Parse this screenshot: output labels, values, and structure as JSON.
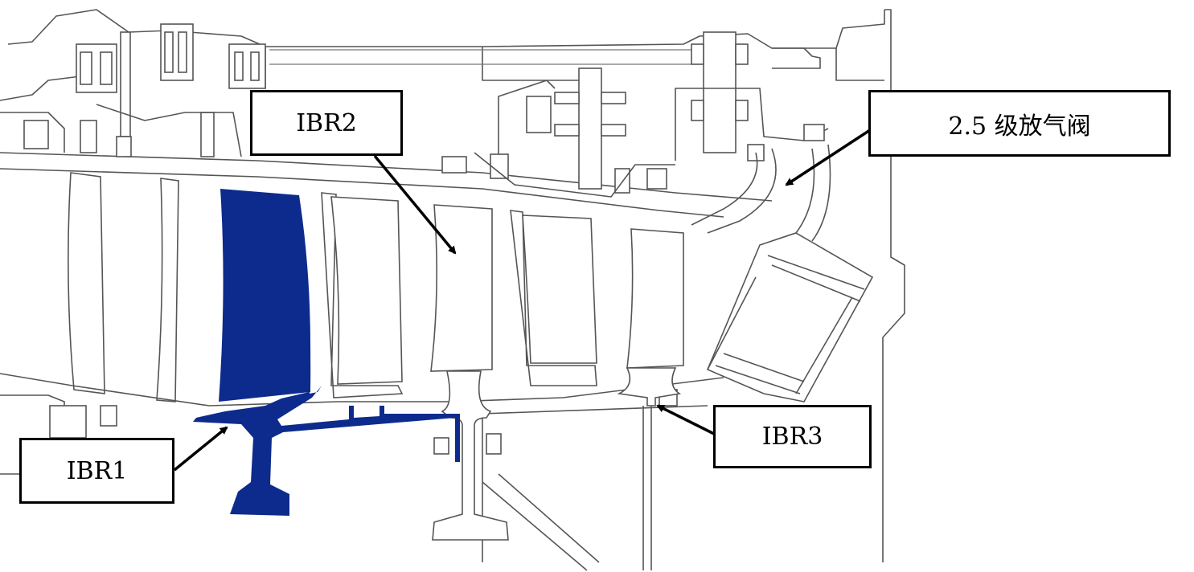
{
  "diagram": {
    "labels": {
      "ibr1": "IBR1",
      "ibr2": "IBR2",
      "ibr3": "IBR3",
      "bleed_valve": "2.5 级放气阀"
    },
    "colors": {
      "highlight_rotor": "#0d2b8c",
      "outline": "#555555",
      "label_border": "#000000",
      "background": "#ffffff"
    }
  }
}
